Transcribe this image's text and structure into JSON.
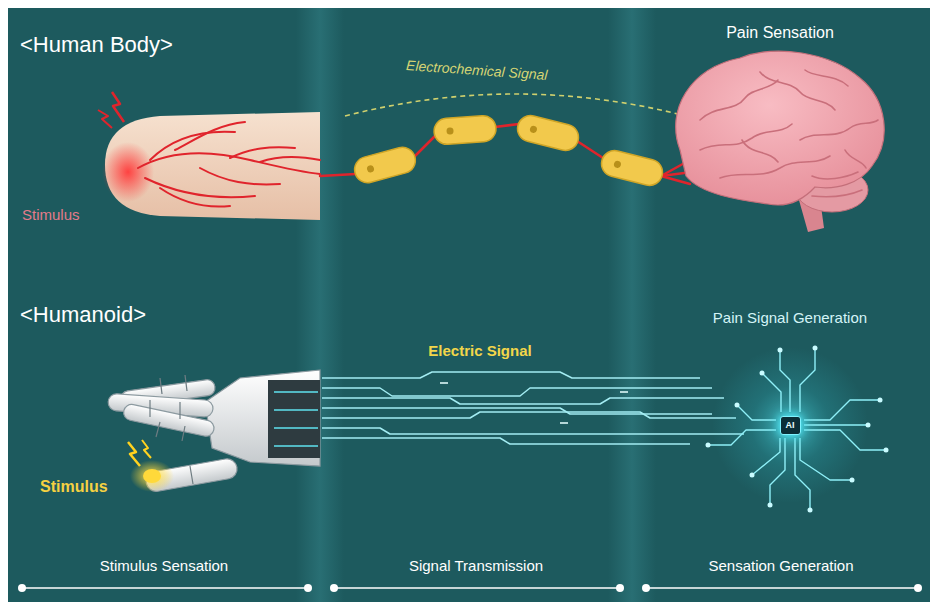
{
  "diagram": {
    "nodes": [
      {
        "text": [
          "Stimulus Sensation"
        ]
      },
      {
        "text": [
          "Signal Transmission"
        ]
      },
      {
        "text": [
          "Sensation Generation"
        ]
      },
      {
        "text": [
          "AI"
        ],
        "in": 2
      }
    ],
    "labels": [
      "<Human Body>",
      "Stimulus",
      "Electrochemical Signal",
      "Pain Sensation",
      "<Humanoid>",
      "Stimulus",
      "Electric Signal",
      "Pain Signal Generation"
    ]
  }
}
